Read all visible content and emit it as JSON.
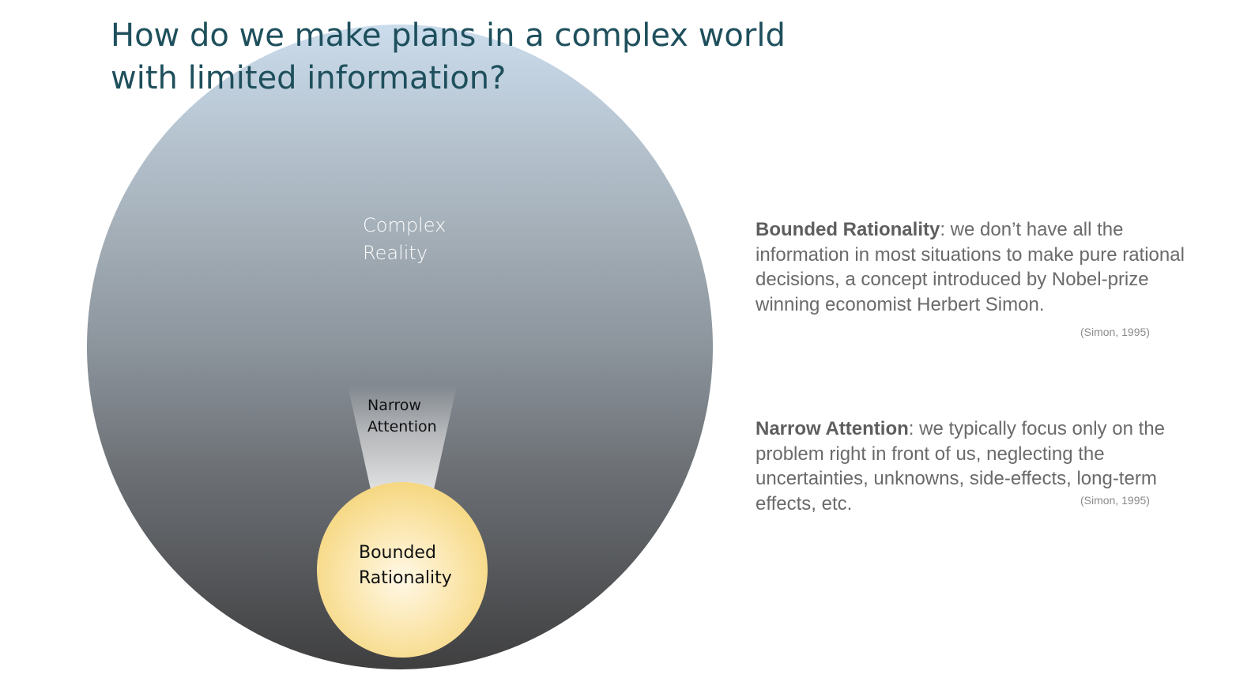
{
  "title": {
    "line1": "How do we make plans in a complex world",
    "line2": "with limited information?"
  },
  "diagram": {
    "outer_label": [
      "Complex",
      "Reality"
    ],
    "beam_label": [
      "Narrow",
      "Attention"
    ],
    "inner_label": [
      "Bounded",
      "Rationality"
    ]
  },
  "definitions": [
    {
      "term": "Bounded Rationality",
      "text": ": we don’t have all the information in most situations to make pure rational decisions, a concept introduced by Nobel-prize winning economist Herbert Simon.",
      "citation": "(Simon, 1995)"
    },
    {
      "term": "Narrow Attention",
      "text": ": we typically focus only on the problem right in front of us, neglecting the uncertainties, unknowns, side-effects, long-term effects, etc.",
      "citation": "(Simon, 1995)"
    }
  ],
  "colors": {
    "title": "#1e4f5c",
    "body_text": "#6a6a6a",
    "inner_circle": "#f5d57a"
  }
}
